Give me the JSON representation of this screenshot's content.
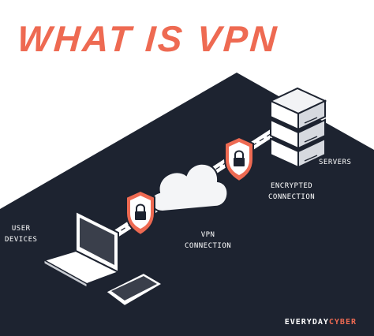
{
  "title": "WHAT IS VPN",
  "labels": {
    "user_devices": [
      "USER",
      "DEVICES"
    ],
    "vpn_connection": [
      "VPN",
      "CONNECTION"
    ],
    "encrypted_connection": [
      "ENCRYPTED",
      "CONNECTION"
    ],
    "servers": "SERVERS"
  },
  "brand": {
    "part1": "EVERYDAY",
    "part2": "CYBER"
  },
  "colors": {
    "accent": "#ee6a52",
    "background": "#ffffff",
    "floor": "#1d2330",
    "label": "#ffffff"
  }
}
